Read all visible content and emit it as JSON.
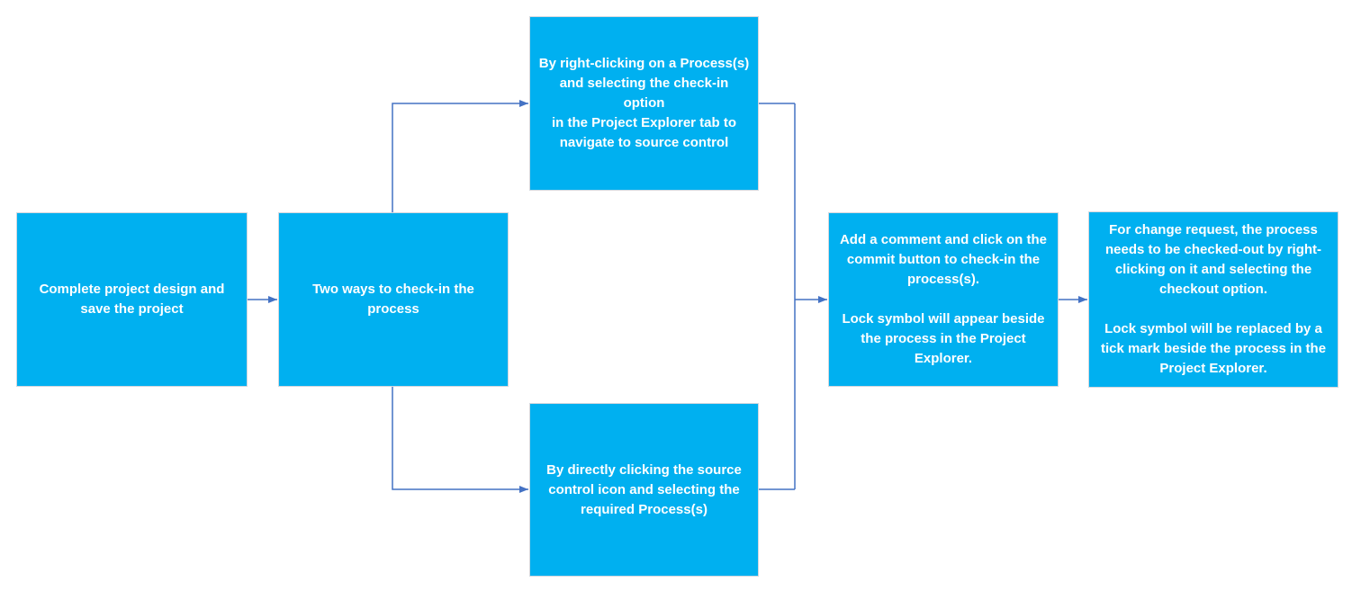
{
  "diagram": {
    "type": "flowchart",
    "background": "#FFFFFF",
    "colors": {
      "node_fill": "#00B0F0",
      "node_border": "#D2D7DE",
      "connector": "#4472C4",
      "node_text": "#FFFFFF"
    },
    "nodes": [
      {
        "id": "complete-project",
        "text": "Complete project design and\nsave the project"
      },
      {
        "id": "two-ways",
        "text": "Two ways to check-in the\nprocess"
      },
      {
        "id": "checkin-right-click",
        "text": "By right-clicking on a Process(s)\nand selecting the check-in option\nin the Project Explorer tab to\nnavigate to source control"
      },
      {
        "id": "checkin-source-icon",
        "text": "By directly clicking the source\ncontrol icon and selecting the\nrequired Process(s)"
      },
      {
        "id": "commit-comment",
        "text": "Add a comment and click on the\ncommit button to check-in the\nprocess(s).\n\nLock symbol will appear beside\nthe process in the Project\nExplorer."
      },
      {
        "id": "checkout-change-request",
        "text": "For change request, the process\nneeds to be checked-out by right-\nclicking on it and selecting the\ncheckout option.\n\nLock symbol will be replaced by a\ntick mark beside the process in the\nProject Explorer."
      }
    ],
    "edges": [
      {
        "from": "complete-project",
        "to": "two-ways"
      },
      {
        "from": "two-ways",
        "to": "checkin-right-click"
      },
      {
        "from": "two-ways",
        "to": "checkin-source-icon"
      },
      {
        "from": "checkin-right-click",
        "to": "commit-comment"
      },
      {
        "from": "checkin-source-icon",
        "to": "commit-comment"
      },
      {
        "from": "commit-comment",
        "to": "checkout-change-request"
      }
    ]
  }
}
